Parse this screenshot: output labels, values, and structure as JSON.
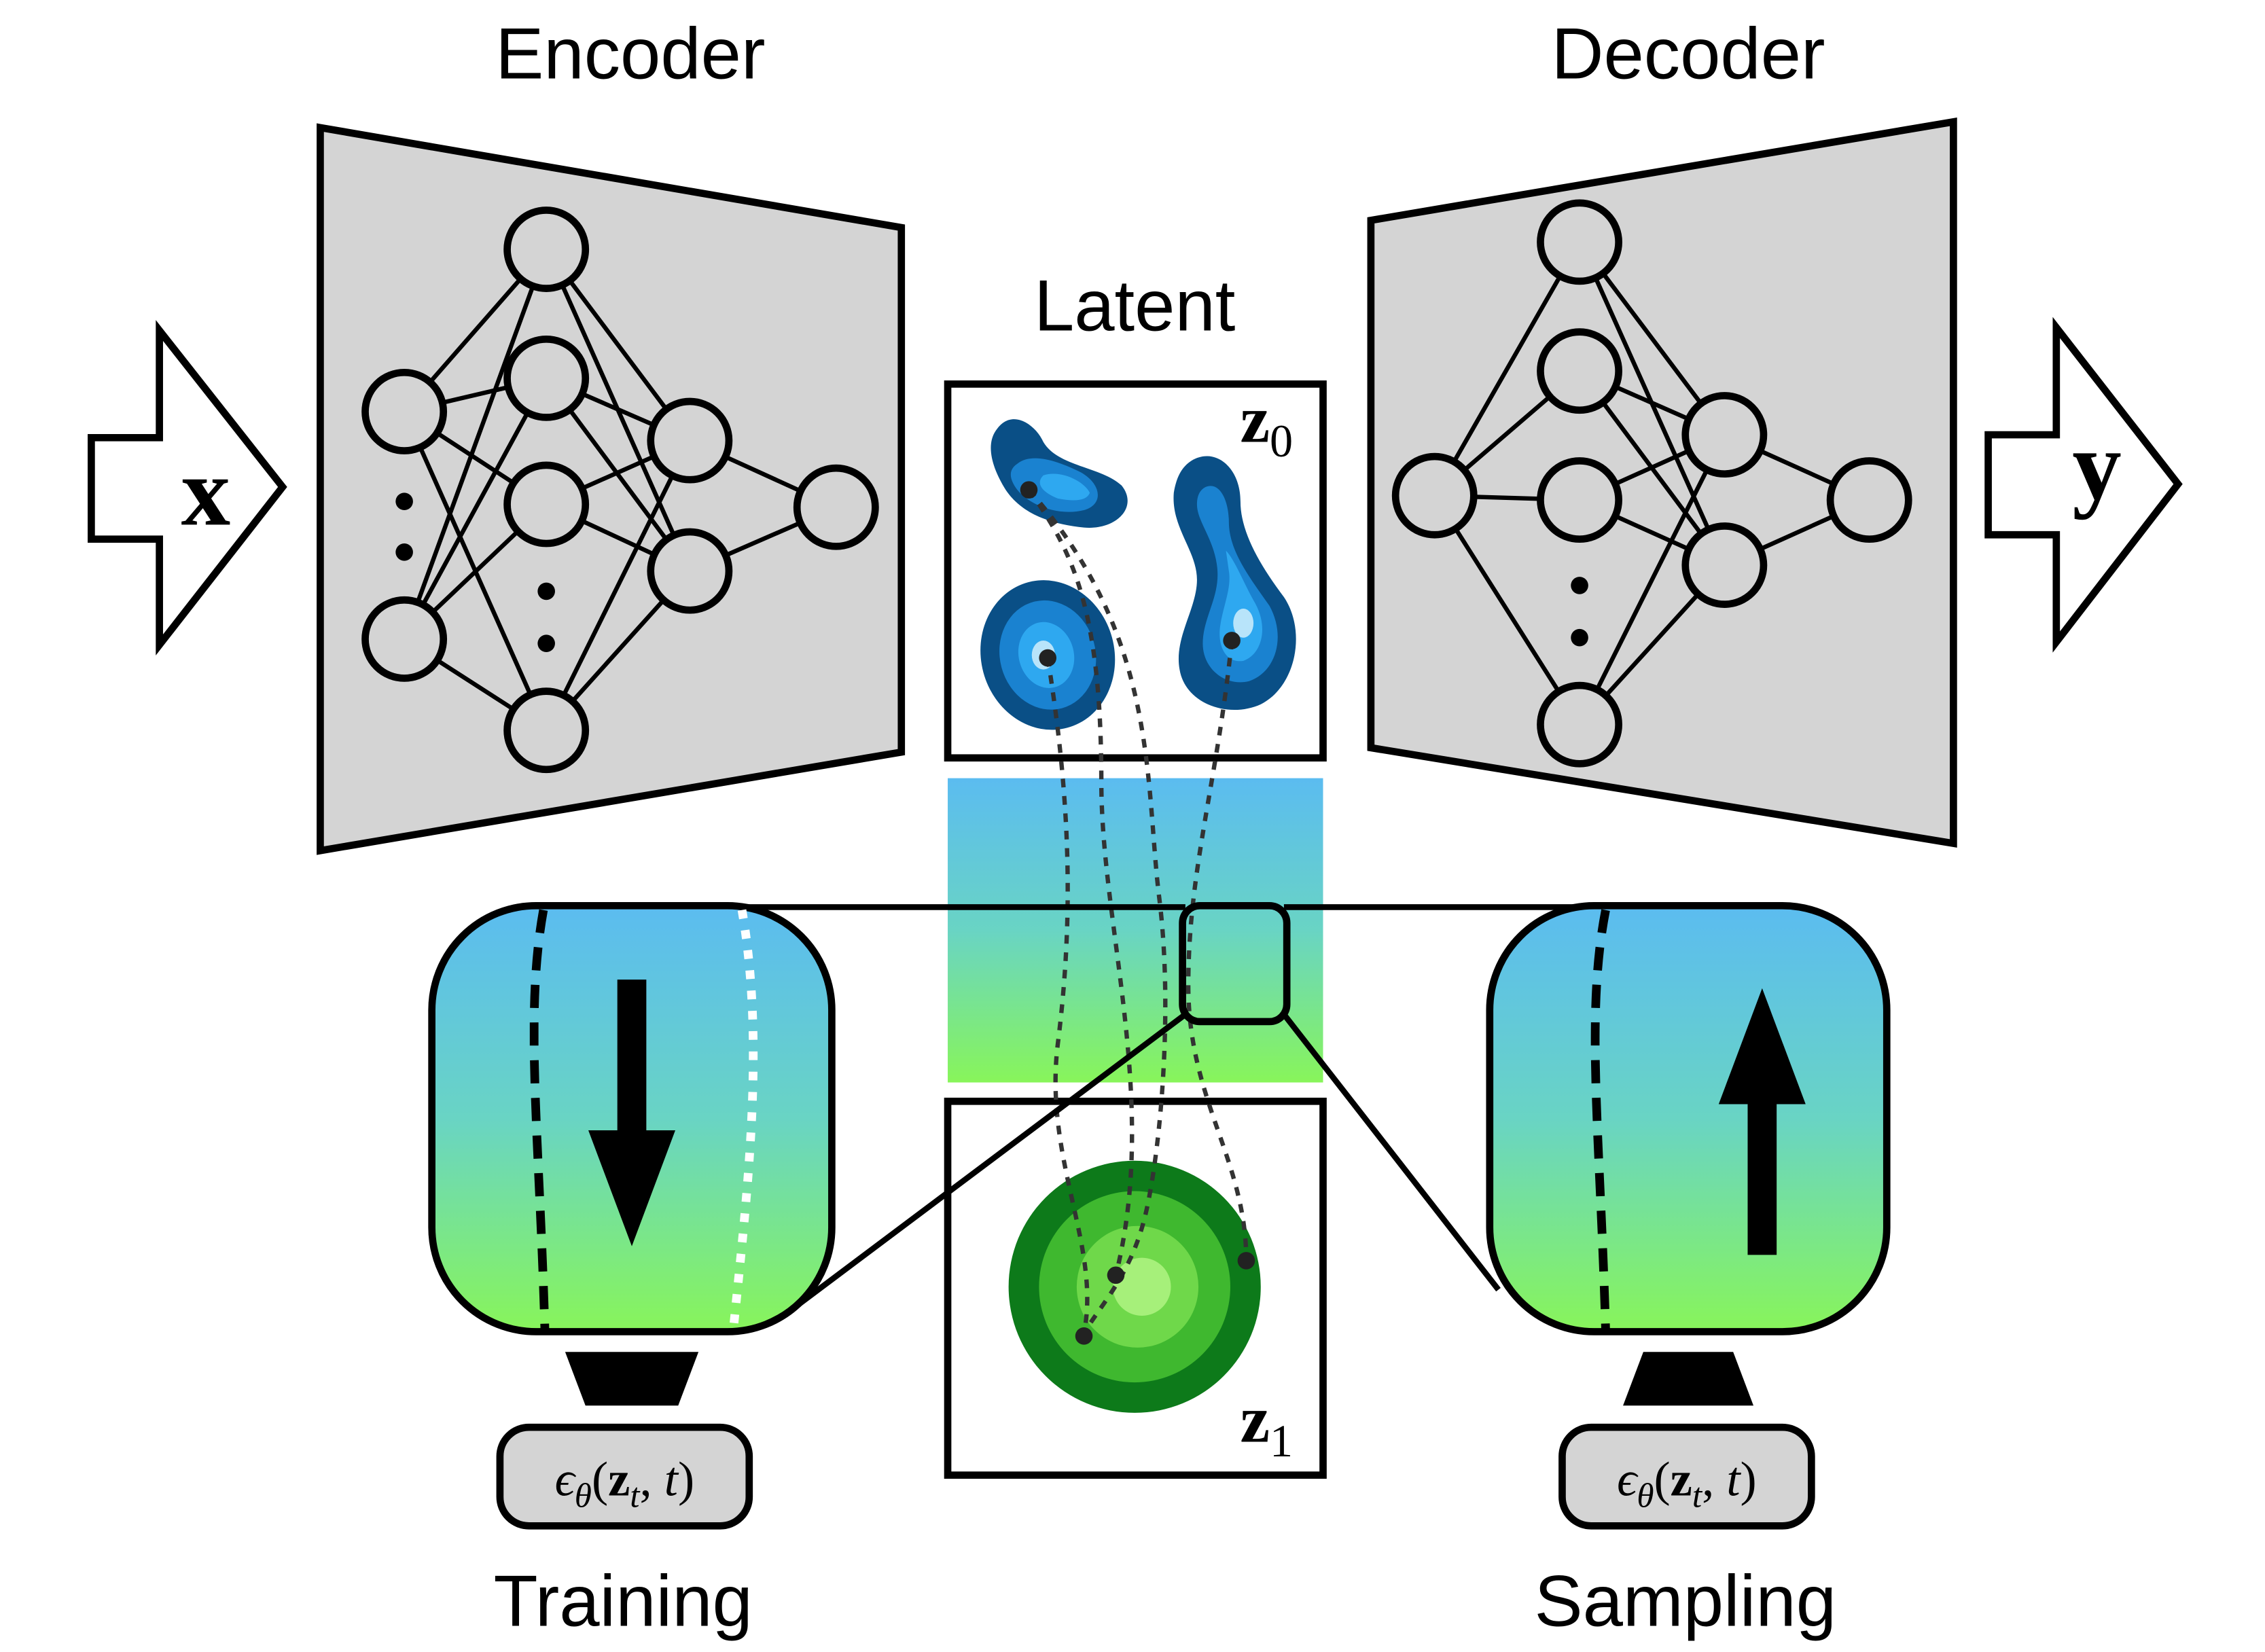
{
  "labels": {
    "encoder": "Encoder",
    "decoder": "Decoder",
    "latent": "Latent",
    "training": "Training",
    "sampling": "Sampling"
  },
  "input_symbol": "x",
  "output_symbol": "y",
  "latent_z0": {
    "base": "z",
    "sub": "0"
  },
  "latent_z1": {
    "base": "z",
    "sub": "1"
  },
  "network_fn": {
    "eps": "ϵ",
    "theta": "θ",
    "open": "(",
    "z": "z",
    "sub_t": "t",
    "comma": ", ",
    "t": "t",
    "close": ")"
  },
  "colors": {
    "panel_gray": "#d4d4d4",
    "gradient_top": "#5bbcf0",
    "gradient_mid": "#69d4c4",
    "gradient_bottom": "#88f55a",
    "blue_dark": "#0a4f86",
    "blue_mid": "#1a82d0",
    "blue_light": "#2ea8f0",
    "blue_pale": "#b8e4fa",
    "green_dark": "#0d7a1a",
    "green_mid": "#3fb82f",
    "green_light": "#6fd84a",
    "green_pale": "#a6f07a"
  },
  "icons": {
    "input_arrow": "right-arrow-icon",
    "output_arrow": "right-arrow-icon",
    "training_direction": "down-arrow-icon",
    "sampling_direction": "up-arrow-icon"
  }
}
